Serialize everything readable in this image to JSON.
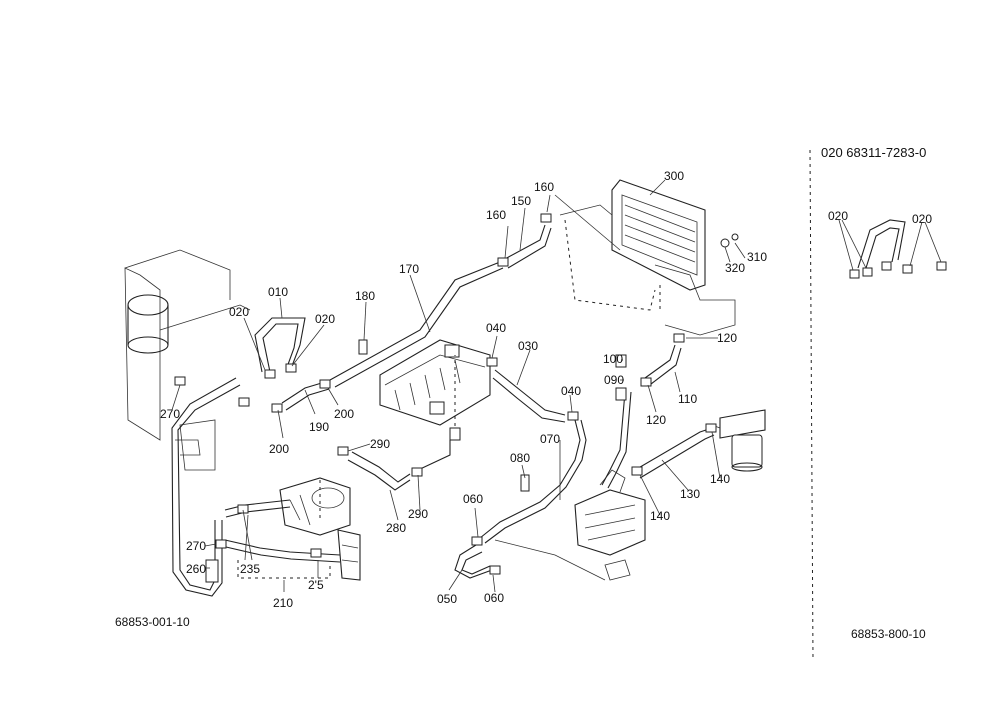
{
  "diagram": {
    "doc_number_left": "68853-001-10",
    "doc_number_right": "68853-800-10",
    "inset_header": "020 68311-7283-0",
    "callouts": {
      "c010": "010",
      "c020a": "020",
      "c020b": "020",
      "c020c": "020",
      "c020d": "020",
      "c030": "030",
      "c040a": "040",
      "c040b": "040",
      "c050": "050",
      "c060a": "060",
      "c060b": "060",
      "c070": "070",
      "c080": "080",
      "c090": "090",
      "c100": "100",
      "c110": "110",
      "c120a": "120",
      "c120b": "120",
      "c130": "130",
      "c140a": "140",
      "c140b": "140",
      "c150": "150",
      "c160a": "160",
      "c160b": "160",
      "c170": "170",
      "c180": "180",
      "c190": "190",
      "c200a": "200",
      "c200b": "200",
      "c210": "210",
      "c215": "2'5",
      "c235": "235",
      "c260": "260",
      "c270a": "270",
      "c270b": "270",
      "c280": "280",
      "c290a": "290",
      "c290b": "290",
      "c300": "300",
      "c310": "310",
      "c320": "320"
    }
  }
}
